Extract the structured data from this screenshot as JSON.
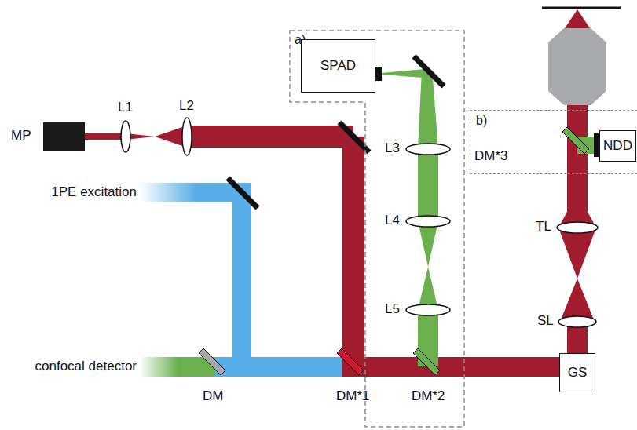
{
  "diagram": {
    "nodes": [
      {
        "text": [
          "a)"
        ]
      },
      {
        "text": [
          "SPAD"
        ],
        "in": 0
      },
      {
        "text": [
          "b)"
        ]
      },
      {
        "text": [
          "NDD"
        ],
        "in": 2
      },
      {
        "text": [
          "GS"
        ]
      }
    ],
    "labels": [
      "MP",
      "L1",
      "L2",
      "1PE excitation",
      "confocal detector",
      "DM",
      "DM*1",
      "DM*2",
      "L3",
      "L4",
      "L5",
      "DM*3",
      "TL",
      "SL"
    ]
  }
}
